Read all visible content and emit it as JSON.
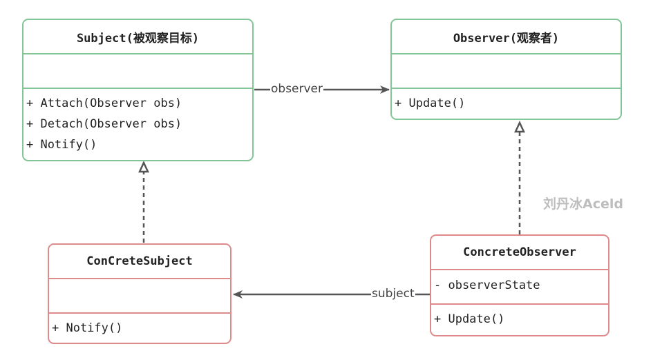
{
  "classes": {
    "subject": {
      "name": "Subject(被观察目标)",
      "operations": [
        "+ Attach(Observer obs)",
        "+ Detach(Observer obs)",
        "+ Notify()"
      ]
    },
    "observer": {
      "name": "Observer(观察者)",
      "operations": [
        "+ Update()"
      ]
    },
    "concrete_subject": {
      "name": "ConCreteSubject",
      "operations": [
        "+ Notify()"
      ]
    },
    "concrete_observer": {
      "name": "ConcreteObserver",
      "attributes": [
        "- observerState"
      ],
      "operations": [
        "+ Update()"
      ]
    }
  },
  "edges": {
    "subject_to_observer": "observer",
    "concrete_observer_to_concrete_subject": "subject"
  },
  "watermark": "刘丹冰Aceld",
  "colors": {
    "interface_border": "#82c596",
    "concrete_border": "#df8a8a",
    "connector": "#555555"
  }
}
